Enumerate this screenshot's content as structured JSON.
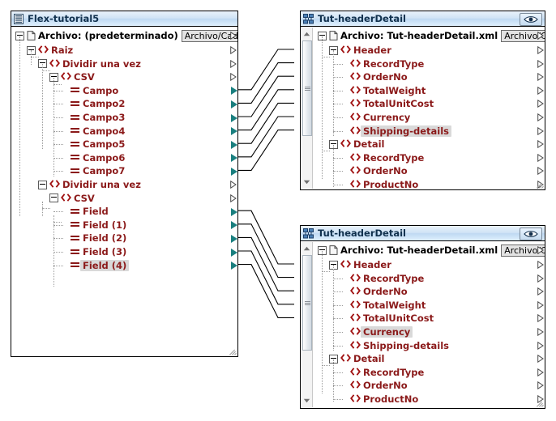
{
  "left_panel": {
    "title": "Flex-tutorial5",
    "title_icon": "document-grid-icon",
    "root": {
      "label": "Archivo: (predeterminado)",
      "button_label": "Archivo/Cadena"
    },
    "nodes": [
      {
        "label": "Raiz",
        "icon": "element-icon",
        "depth": 1,
        "expander": true,
        "highlight": false
      },
      {
        "label": "Dividir una vez",
        "icon": "element-icon",
        "depth": 2,
        "expander": true,
        "highlight": false
      },
      {
        "label": "CSV",
        "icon": "element-icon",
        "depth": 3,
        "expander": true,
        "highlight": false
      },
      {
        "label": "Campo",
        "icon": "field-icon",
        "depth": 4,
        "expander": false,
        "highlight": false
      },
      {
        "label": "Campo2",
        "icon": "field-icon",
        "depth": 4,
        "expander": false,
        "highlight": false
      },
      {
        "label": "Campo3",
        "icon": "field-icon",
        "depth": 4,
        "expander": false,
        "highlight": false
      },
      {
        "label": "Campo4",
        "icon": "field-icon",
        "depth": 4,
        "expander": false,
        "highlight": false
      },
      {
        "label": "Campo5",
        "icon": "field-icon",
        "depth": 4,
        "expander": false,
        "highlight": false
      },
      {
        "label": "Campo6",
        "icon": "field-icon",
        "depth": 4,
        "expander": false,
        "highlight": false
      },
      {
        "label": "Campo7",
        "icon": "field-icon",
        "depth": 4,
        "expander": false,
        "highlight": false
      },
      {
        "label": "Dividir una vez",
        "icon": "element-icon",
        "depth": 2,
        "expander": true,
        "highlight": false
      },
      {
        "label": "CSV",
        "icon": "element-icon",
        "depth": 3,
        "expander": true,
        "highlight": false
      },
      {
        "label": "Field",
        "icon": "field-icon",
        "depth": 4,
        "expander": false,
        "highlight": false
      },
      {
        "label": "Field (1)",
        "icon": "field-icon",
        "depth": 4,
        "expander": false,
        "highlight": false
      },
      {
        "label": "Field (2)",
        "icon": "field-icon",
        "depth": 4,
        "expander": false,
        "highlight": false
      },
      {
        "label": "Field (3)",
        "icon": "field-icon",
        "depth": 4,
        "expander": false,
        "highlight": false
      },
      {
        "label": "Field (4)",
        "icon": "field-icon",
        "depth": 4,
        "expander": false,
        "highlight": true
      }
    ]
  },
  "right_panel_top": {
    "title": "Tut-headerDetail",
    "title_icon": "schema-tree-icon",
    "eye_icon": "eye-icon",
    "root": {
      "label": "Archivo: Tut-headerDetail.xml",
      "button_label": "Archivo/Cader"
    },
    "nodes": [
      {
        "label": "Header",
        "icon": "element-icon",
        "depth": 1,
        "expander": true,
        "highlight": false,
        "conn": "teal"
      },
      {
        "label": "RecordType",
        "icon": "element-icon",
        "depth": 2,
        "expander": false,
        "highlight": false,
        "conn": "teal"
      },
      {
        "label": "OrderNo",
        "icon": "element-icon",
        "depth": 2,
        "expander": false,
        "highlight": false,
        "conn": "teal"
      },
      {
        "label": "TotalWeight",
        "icon": "element-icon",
        "depth": 2,
        "expander": false,
        "highlight": false,
        "conn": "teal"
      },
      {
        "label": "TotalUnitCost",
        "icon": "element-icon",
        "depth": 2,
        "expander": false,
        "highlight": false,
        "conn": "teal"
      },
      {
        "label": "Currency",
        "icon": "element-icon",
        "depth": 2,
        "expander": false,
        "highlight": false,
        "conn": "teal"
      },
      {
        "label": "Shipping-details",
        "icon": "element-icon",
        "depth": 2,
        "expander": false,
        "highlight": true,
        "conn": "teal"
      },
      {
        "label": "Detail",
        "icon": "element-icon",
        "depth": 1,
        "expander": true,
        "highlight": false,
        "conn": "amber"
      },
      {
        "label": "RecordType",
        "icon": "element-icon",
        "depth": 2,
        "expander": false,
        "highlight": false,
        "conn": "amber"
      },
      {
        "label": "OrderNo",
        "icon": "element-icon",
        "depth": 2,
        "expander": false,
        "highlight": false,
        "conn": "amber"
      },
      {
        "label": "ProductNo",
        "icon": "element-icon",
        "depth": 2,
        "expander": false,
        "highlight": false,
        "conn": "none"
      }
    ]
  },
  "right_panel_bottom": {
    "title": "Tut-headerDetail",
    "title_icon": "schema-tree-icon",
    "eye_icon": "eye-icon",
    "root": {
      "label": "Archivo: Tut-headerDetail.xml",
      "button_label": "Archivo/Cader"
    },
    "nodes": [
      {
        "label": "Header",
        "icon": "element-icon",
        "depth": 1,
        "expander": true,
        "highlight": false,
        "conn": "teal"
      },
      {
        "label": "RecordType",
        "icon": "element-icon",
        "depth": 2,
        "expander": false,
        "highlight": false,
        "conn": "teal"
      },
      {
        "label": "OrderNo",
        "icon": "element-icon",
        "depth": 2,
        "expander": false,
        "highlight": false,
        "conn": "teal"
      },
      {
        "label": "TotalWeight",
        "icon": "element-icon",
        "depth": 2,
        "expander": false,
        "highlight": false,
        "conn": "teal"
      },
      {
        "label": "TotalUnitCost",
        "icon": "element-icon",
        "depth": 2,
        "expander": false,
        "highlight": false,
        "conn": "teal"
      },
      {
        "label": "Currency",
        "icon": "element-icon",
        "depth": 2,
        "expander": false,
        "highlight": true,
        "conn": "teal"
      },
      {
        "label": "Shipping-details",
        "icon": "element-icon",
        "depth": 2,
        "expander": false,
        "highlight": false,
        "conn": "amber"
      },
      {
        "label": "Detail",
        "icon": "element-icon",
        "depth": 1,
        "expander": true,
        "highlight": false,
        "conn": "amber"
      },
      {
        "label": "RecordType",
        "icon": "element-icon",
        "depth": 2,
        "expander": false,
        "highlight": false,
        "conn": "amber"
      },
      {
        "label": "OrderNo",
        "icon": "element-icon",
        "depth": 2,
        "expander": false,
        "highlight": false,
        "conn": "amber"
      },
      {
        "label": "ProductNo",
        "icon": "element-icon",
        "depth": 2,
        "expander": false,
        "highlight": false,
        "conn": "none"
      }
    ]
  },
  "colors": {
    "connector_teal": "#1a7f7f",
    "connector_amber": "#f0ad3c",
    "element_red": "#8b1a1a",
    "title_blue": "#11314e",
    "highlight_gray": "#d9d9d9"
  },
  "connections": [
    {
      "from_row": 3,
      "to_panel": "top",
      "to_row": 0
    },
    {
      "from_row": 4,
      "to_panel": "top",
      "to_row": 1
    },
    {
      "from_row": 5,
      "to_panel": "top",
      "to_row": 2
    },
    {
      "from_row": 6,
      "to_panel": "top",
      "to_row": 3
    },
    {
      "from_row": 7,
      "to_panel": "top",
      "to_row": 4
    },
    {
      "from_row": 8,
      "to_panel": "top",
      "to_row": 5
    },
    {
      "from_row": 9,
      "to_panel": "top",
      "to_row": 6
    },
    {
      "from_row": 12,
      "to_panel": "bottom",
      "to_row": 0
    },
    {
      "from_row": 13,
      "to_panel": "bottom",
      "to_row": 1
    },
    {
      "from_row": 14,
      "to_panel": "bottom",
      "to_row": 2
    },
    {
      "from_row": 15,
      "to_panel": "bottom",
      "to_row": 3
    },
    {
      "from_row": 16,
      "to_panel": "bottom",
      "to_row": 4
    }
  ]
}
